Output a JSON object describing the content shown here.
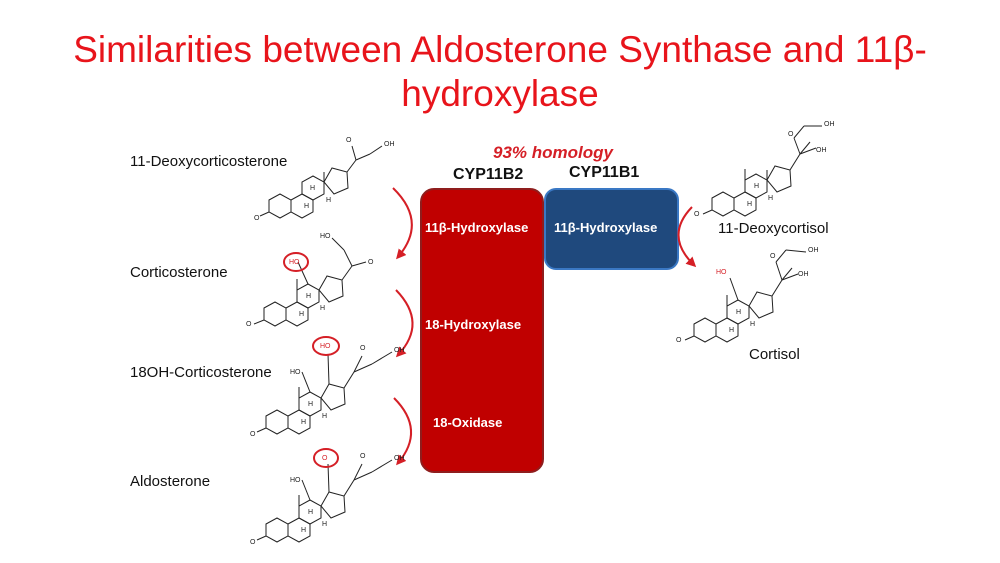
{
  "title": "Similarities between Aldosterone Synthase and 11β-hydroxylase",
  "homology": "93% homology",
  "enzymes": {
    "cyp11b2": "CYP11B2",
    "cyp11b1": "CYP11B1"
  },
  "cyp11b2_steps": [
    "11β-Hydroxylase",
    "18-Hydroxylase",
    "18-Oxidase"
  ],
  "cyp11b1_step": "11β-Hydroxylase",
  "left_compounds": [
    "11-Deoxycorticosterone",
    "Corticosterone",
    "18OH-Corticosterone",
    "Aldosterone"
  ],
  "right_compounds": [
    "11-Deoxycortisol",
    "Cortisol"
  ],
  "atoms": {
    "O": "O",
    "OH": "OH",
    "HO": "HO",
    "H": "H"
  },
  "colors": {
    "title": "#e8141b",
    "highlight": "#d51f26",
    "cyp11b2_box": "#c00000",
    "cyp11b1_box": "#1f497d",
    "arrow": "#d51f26"
  }
}
